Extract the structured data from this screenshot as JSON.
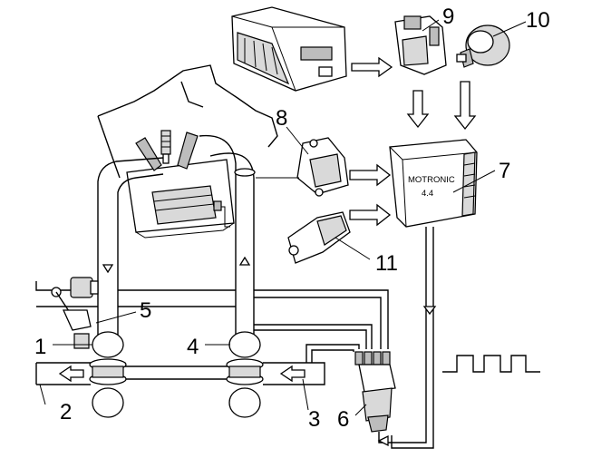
{
  "ecu": {
    "brand": "MOTRONIC",
    "version": "4.4"
  },
  "labels": {
    "l1": "1",
    "l2": "2",
    "l3": "3",
    "l4": "4",
    "l5": "5",
    "l6": "6",
    "l7": "7",
    "l8": "8",
    "l9": "9",
    "l10": "10",
    "l11": "11"
  }
}
